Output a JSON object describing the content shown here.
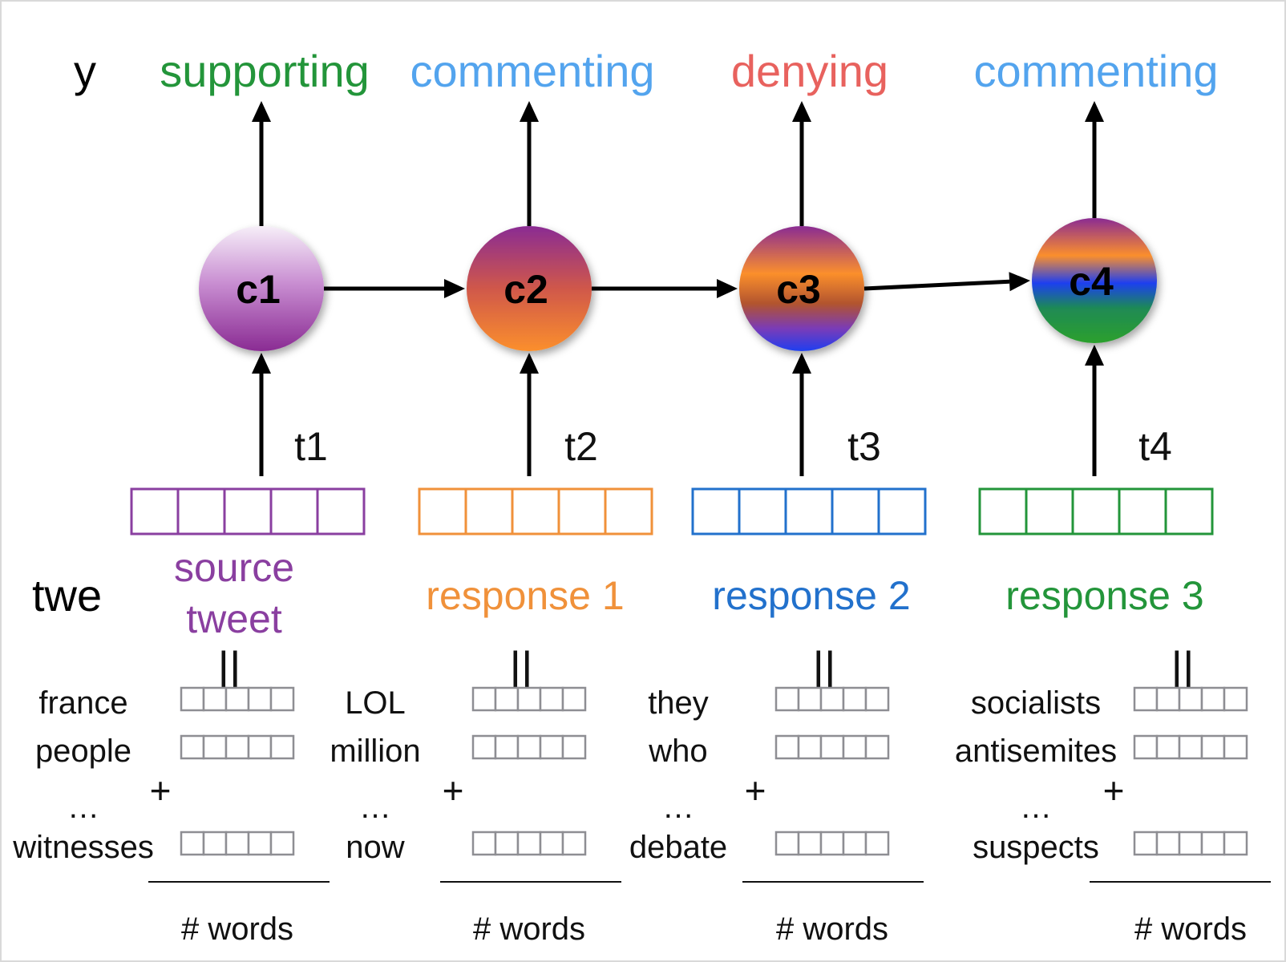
{
  "row_labels": {
    "output": "y",
    "input": "twe"
  },
  "colors": {
    "supporting": "#23953a",
    "commenting": "#53a4ee",
    "denying": "#e8625e",
    "source": "#8a3fa0",
    "response1": "#f0913a",
    "response2": "#2271cc",
    "response3": "#23953a",
    "mini_box": "#8e8e93"
  },
  "columns": [
    {
      "label": "supporting",
      "label_color": "supporting",
      "node": "c1",
      "time": "t1",
      "tweet_lines": [
        "source",
        "tweet"
      ],
      "tweet_color": "source",
      "parallel": "||",
      "words": [
        "france",
        "people",
        "…",
        "witnesses"
      ],
      "plus": "+",
      "count": "# words"
    },
    {
      "label": "commenting",
      "label_color": "commenting",
      "node": "c2",
      "time": "t2",
      "tweet_lines": [
        "response 1"
      ],
      "tweet_color": "response1",
      "parallel": "||",
      "words": [
        "LOL",
        "million",
        "…",
        "now"
      ],
      "plus": "+",
      "count": "# words"
    },
    {
      "label": "denying",
      "label_color": "denying",
      "node": "c3",
      "time": "t3",
      "tweet_lines": [
        "response 2"
      ],
      "tweet_color": "response2",
      "parallel": "||",
      "words": [
        "they",
        "who",
        "…",
        "debate"
      ],
      "plus": "+",
      "count": "# words"
    },
    {
      "label": "commenting",
      "label_color": "commenting",
      "node": "c4",
      "time": "t4",
      "tweet_lines": [
        "response 3"
      ],
      "tweet_color": "response3",
      "parallel": "||",
      "words": [
        "socialists",
        "antisemites",
        "…",
        "suspects"
      ],
      "plus": "+",
      "count": "# words"
    }
  ]
}
